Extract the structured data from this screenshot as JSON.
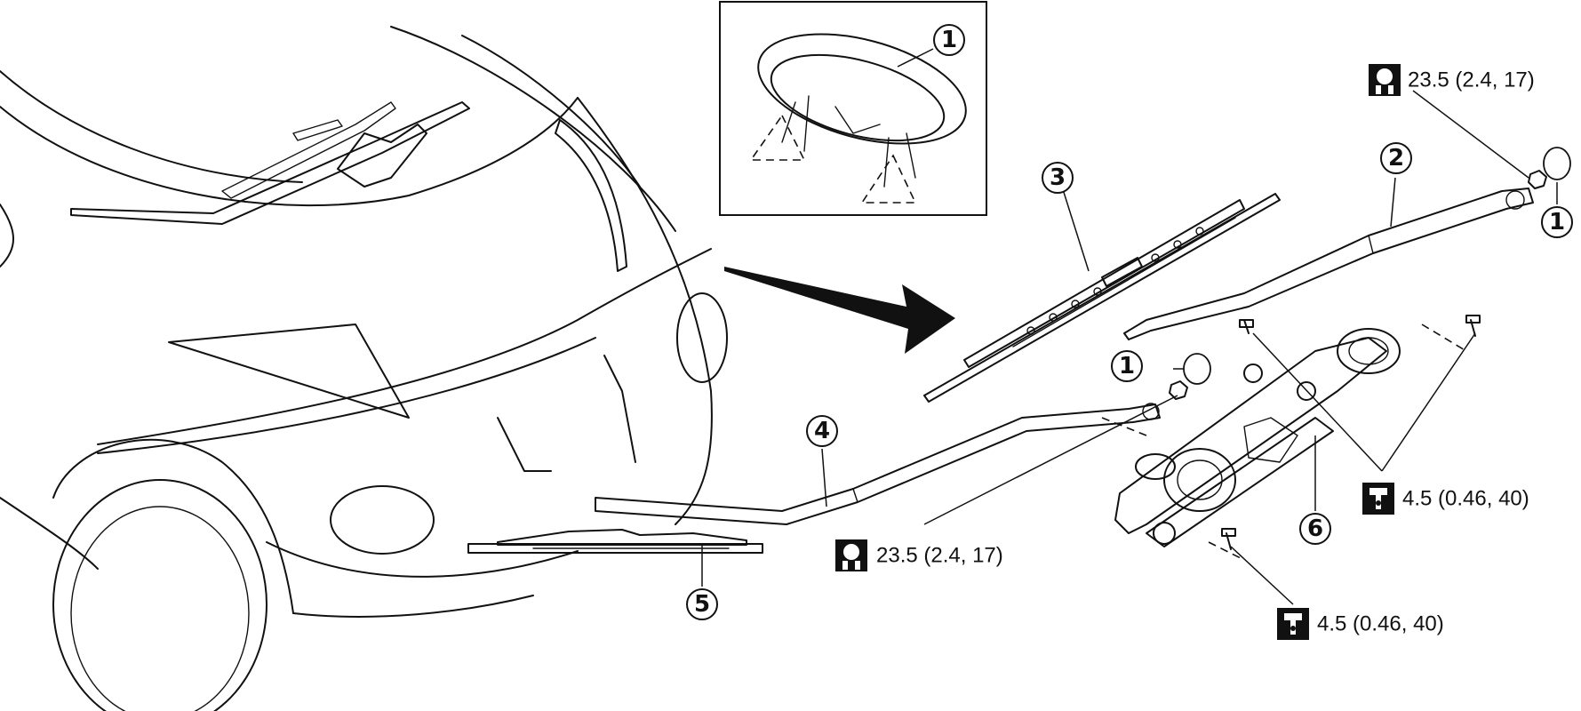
{
  "callouts": {
    "inset": "1",
    "cap_right": "1",
    "cap_center": "1",
    "arm_right": "2",
    "blade_upper": "3",
    "arm_left": "4",
    "blade_lower": "5",
    "linkage": "6"
  },
  "torques": {
    "arm_right_nut": "23.5 (2.4, 17)",
    "arm_left_nut": "23.5 (2.4, 17)",
    "linkage_bolt_right": "4.5 (0.46, 40)",
    "linkage_bolt_bottom": "4.5 (0.46, 40)"
  },
  "icons": {
    "nut_torque": "torque-wrench-nut-icon",
    "bolt_torque": "torque-wrench-bolt-icon"
  }
}
